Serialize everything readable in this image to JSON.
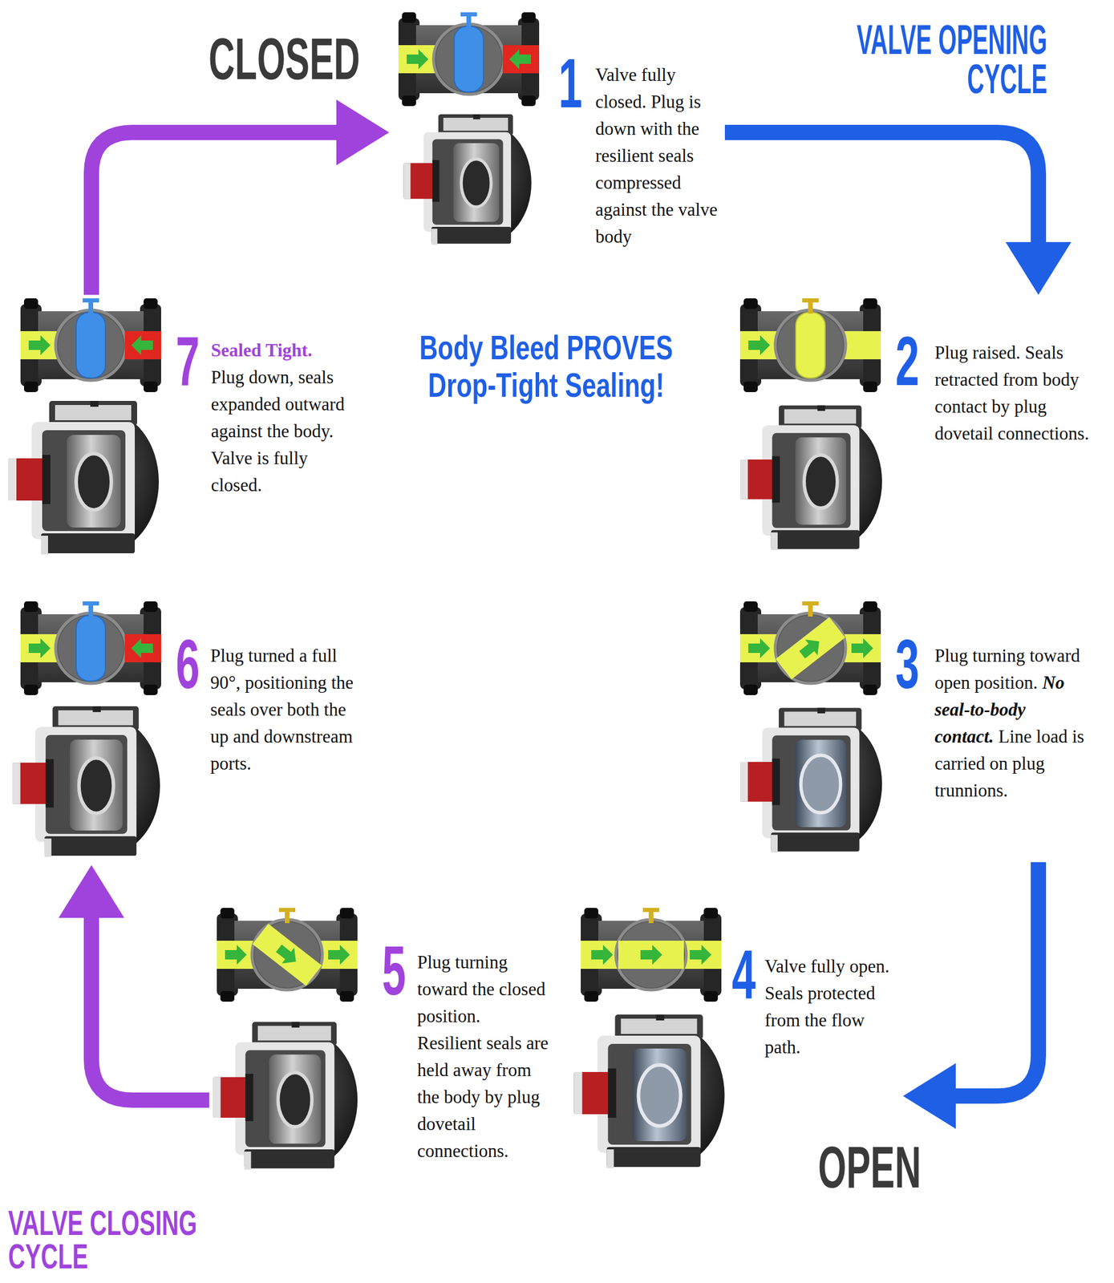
{
  "diagram": {
    "nodes": [
      {
        "text": [
          "1",
          "Valve fully closed. Plug is down with the resilient seals compressed against the valve body"
        ]
      },
      {
        "text": [
          "2",
          "Plug raised. Seals retracted from body contact by plug dovetail connections."
        ]
      },
      {
        "text": [
          "3",
          "Plug turning toward open position.",
          "No seal-to-body contact.",
          "Line load is carried on plug trunnions."
        ]
      },
      {
        "text": [
          "4",
          "Valve fully open. Seals protected from the flow path."
        ]
      },
      {
        "text": [
          "5",
          "Plug turning toward the closed position. Resilient seals are held away from the body by plug dovetail connections."
        ]
      },
      {
        "text": [
          "6",
          "Plug turned a full 90°, positioning the seals over both the up and downstream ports."
        ]
      },
      {
        "text": [
          "7",
          "Sealed Tight.",
          "Plug down, seals expanded outward against the body. Valve is fully closed."
        ]
      }
    ],
    "edges": [
      {
        "from": 0,
        "to": 1,
        "arrow": "to"
      },
      {
        "from": 2,
        "to": 3,
        "arrow": "to"
      },
      {
        "from": 4,
        "to": 5,
        "arrow": "to"
      },
      {
        "from": 6,
        "to": 0,
        "arrow": "to"
      }
    ],
    "labels": [
      "CLOSED",
      "VALVE OPENING CYCLE",
      "Body Bleed PROVES Drop-Tight Sealing!",
      "OPEN",
      "VALVE CLOSING CYCLE"
    ]
  }
}
